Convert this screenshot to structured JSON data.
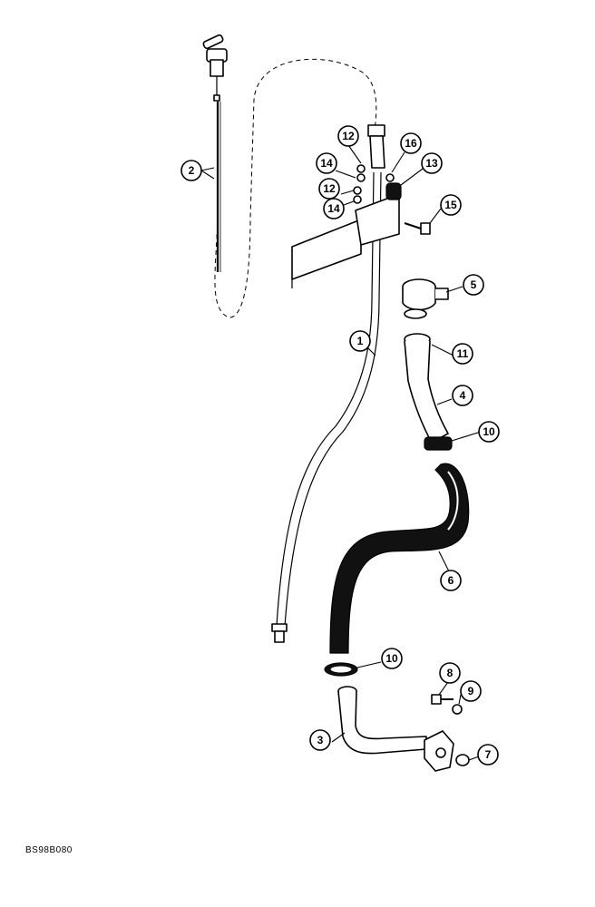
{
  "document_code": "BS98B080",
  "callouts": [
    {
      "label": "2"
    },
    {
      "label": "12"
    },
    {
      "label": "16"
    },
    {
      "label": "14"
    },
    {
      "label": "13"
    },
    {
      "label": "12"
    },
    {
      "label": "14"
    },
    {
      "label": "15"
    },
    {
      "label": "5"
    },
    {
      "label": "1"
    },
    {
      "label": "11"
    },
    {
      "label": "4"
    },
    {
      "label": "10"
    },
    {
      "label": "6"
    },
    {
      "label": "10"
    },
    {
      "label": "8"
    },
    {
      "label": "9"
    },
    {
      "label": "3"
    },
    {
      "label": "7"
    }
  ]
}
